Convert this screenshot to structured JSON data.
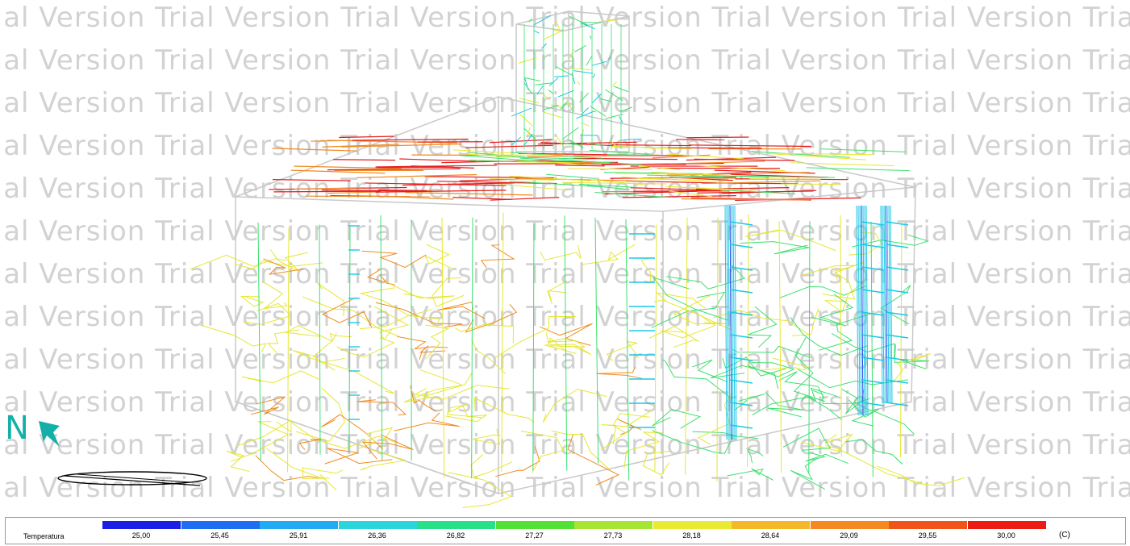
{
  "watermark": {
    "text": "Trial Version",
    "rows": 12
  },
  "compass": {
    "label": "N",
    "color": "#14b0a8"
  },
  "legend": {
    "title": "Temperatura",
    "unit": "(C)",
    "ticks": [
      "25,00",
      "25,45",
      "25,91",
      "26,36",
      "26,82",
      "27,27",
      "27,73",
      "28,18",
      "28,64",
      "29,09",
      "29,55",
      "30,00"
    ],
    "colors": [
      "#1a1ee6",
      "#1e6ef2",
      "#22aaf2",
      "#2ad6dc",
      "#26e08a",
      "#52e236",
      "#a6e632",
      "#eaea32",
      "#f4b82a",
      "#f48a20",
      "#f05418",
      "#ec1c12"
    ]
  },
  "palette": {
    "cold": "#1c3cf0",
    "cool": "#1cc8e6",
    "mid": "#3ce06e",
    "warm": "#e6e632",
    "hot": "#f08a20",
    "hottest": "#e61c1c",
    "frame": "#c8c8c8"
  }
}
